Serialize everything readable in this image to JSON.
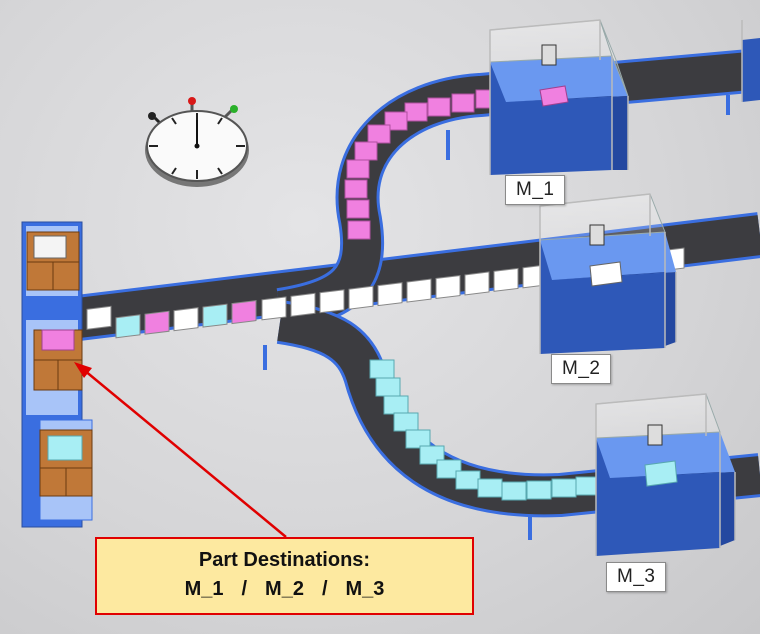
{
  "scene": {
    "machines": [
      {
        "label": "M_1"
      },
      {
        "label": "M_2"
      },
      {
        "label": "M_3"
      }
    ],
    "callout": {
      "title": "Part Destinations:",
      "destinations": [
        "M_1",
        "M_2",
        "M_3"
      ],
      "separator": "/"
    },
    "colors": {
      "part_m1": "#f080e0",
      "part_m2": "#ffffff",
      "part_m3": "#a8eef4",
      "conveyor": "#3c3c40",
      "conveyor_edge": "#3a6ee0",
      "machine_base": "#3a66c8",
      "pallet": "#c07838",
      "arrow": "#e00000",
      "callout_bg": "#fde9a0"
    },
    "icons": [
      "stopwatch-icon",
      "red-arrow-icon"
    ]
  }
}
